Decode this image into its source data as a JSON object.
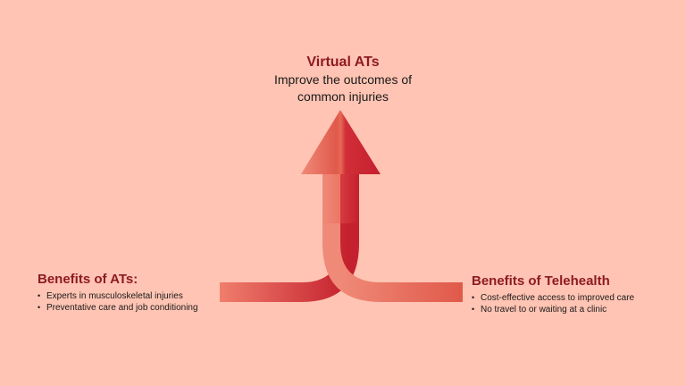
{
  "center": {
    "title": "Virtual ATs",
    "line1": "Improve the outcomes of",
    "line2": "common injuries"
  },
  "left": {
    "title": "Benefits of ATs:",
    "items": [
      "Experts in musculoskeletal injuries",
      "Preventative care and job conditioning"
    ]
  },
  "right": {
    "title": "Benefits of Telehealth",
    "items": [
      "Cost-effective access to improved care",
      "No travel to or waiting at a clinic"
    ]
  },
  "colors": {
    "background": "#FFC4B3",
    "heading": "#8E1B21",
    "arrow_light": "#F07E6C",
    "arrow_mid": "#E0594A",
    "arrow_dark": "#C4202E"
  },
  "icons": {
    "main_shape": "up-arrow-merge-icon"
  }
}
